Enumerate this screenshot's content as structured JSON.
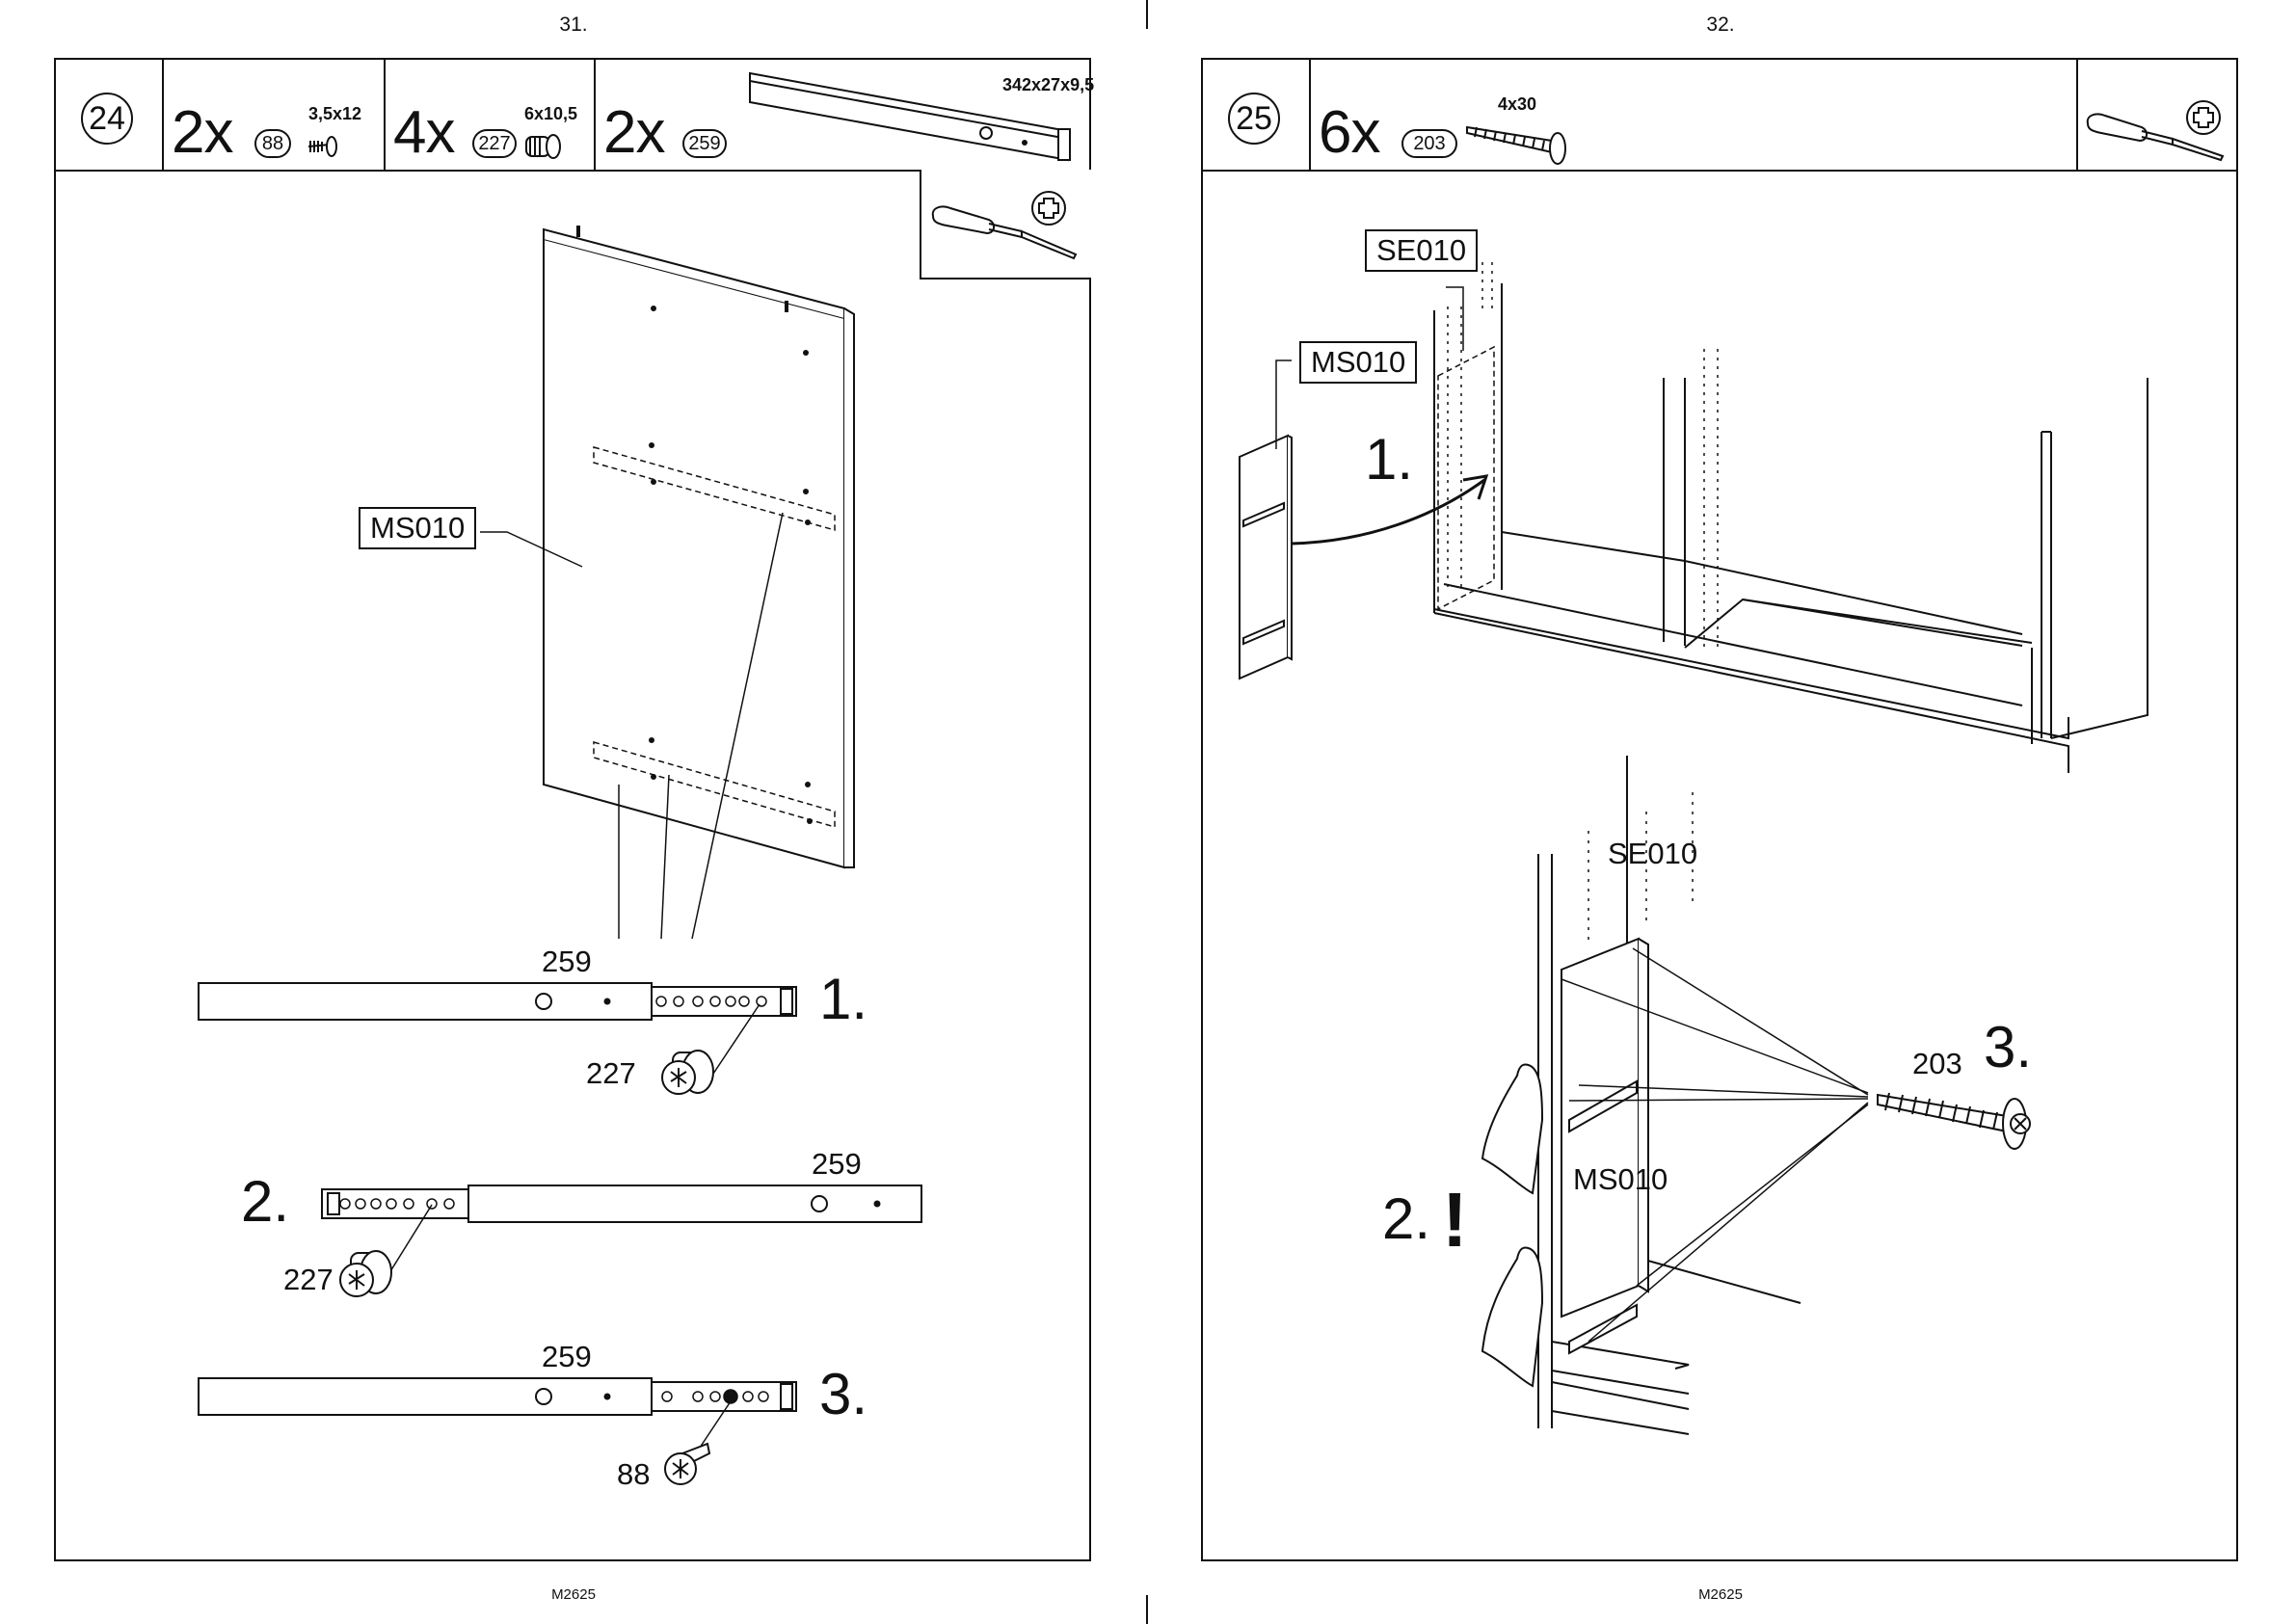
{
  "left_page": {
    "page_number": "31.",
    "footer_code": "M2625",
    "step": {
      "number": "24",
      "parts": [
        {
          "qty": "2x",
          "id": "88",
          "spec": "3,5x12"
        },
        {
          "qty": "4x",
          "id": "227",
          "spec": "6x10,5"
        },
        {
          "qty": "2x",
          "id": "259",
          "spec": "342x27x9,5"
        }
      ],
      "panel_label": "MS010",
      "rail_label_1": "259",
      "rail_label_2": "259",
      "rail_label_3": "259",
      "screw_label_1": "227",
      "screw_label_2": "227",
      "screw_label_3": "88",
      "sub_steps": [
        "1.",
        "2.",
        "3."
      ]
    }
  },
  "right_page": {
    "page_number": "32.",
    "footer_code": "M2625",
    "step": {
      "number": "25",
      "parts": [
        {
          "qty": "6x",
          "id": "203",
          "spec": "4x30"
        }
      ],
      "box_label_side": "SE010",
      "box_label_panel": "MS010",
      "detail_label_side": "SE010",
      "detail_label_panel": "MS010",
      "screw_label": "203",
      "sub_steps": [
        "1.",
        "2.",
        "3."
      ],
      "warning": "!"
    }
  }
}
